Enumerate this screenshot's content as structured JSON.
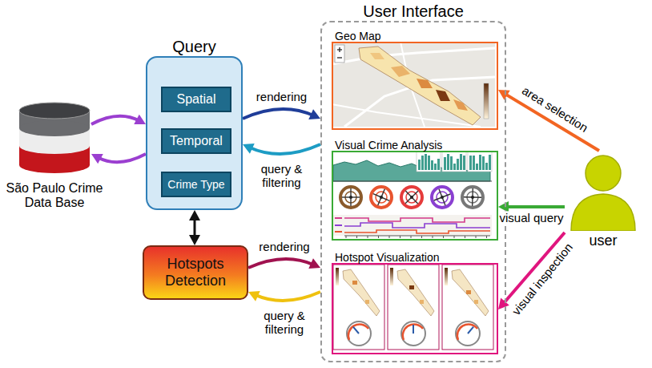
{
  "diagram": {
    "nodes": [
      {
        "text": [
          "São Paulo Crime Data Base"
        ]
      },
      {
        "text": [
          "Query"
        ]
      },
      {
        "text": [
          "Spatial"
        ],
        "in": 1
      },
      {
        "text": [
          "Temporal"
        ],
        "in": 1
      },
      {
        "text": [
          "Crime Type"
        ],
        "in": 1
      },
      {
        "text": [
          "Hotspots Detection"
        ]
      },
      {
        "text": [
          "User Interface"
        ]
      },
      {
        "text": [
          "Geo Map"
        ],
        "in": 6
      },
      {
        "text": [
          "Visual Crime Analysis"
        ],
        "in": 6
      },
      {
        "text": [
          "Hotspot Visualization"
        ],
        "in": 6
      },
      {
        "text": [
          "user"
        ]
      }
    ],
    "edges": [
      {
        "from": 0,
        "to": 1,
        "arrow": "both"
      },
      {
        "from": 1,
        "to": 6,
        "label": "rendering",
        "arrow": "to"
      },
      {
        "from": 6,
        "to": 1,
        "label": "query & filtering",
        "arrow": "to"
      },
      {
        "from": 1,
        "to": 5,
        "arrow": "both"
      },
      {
        "from": 5,
        "to": 6,
        "label": "rendering",
        "arrow": "to"
      },
      {
        "from": 6,
        "to": 5,
        "label": "query & filtering",
        "arrow": "to"
      },
      {
        "from": 10,
        "to": 7,
        "label": "area selection",
        "arrow": "to"
      },
      {
        "from": 10,
        "to": 8,
        "label": "visual query",
        "arrow": "to"
      },
      {
        "from": 10,
        "to": 9,
        "label": "visual inspection",
        "arrow": "to"
      }
    ]
  }
}
